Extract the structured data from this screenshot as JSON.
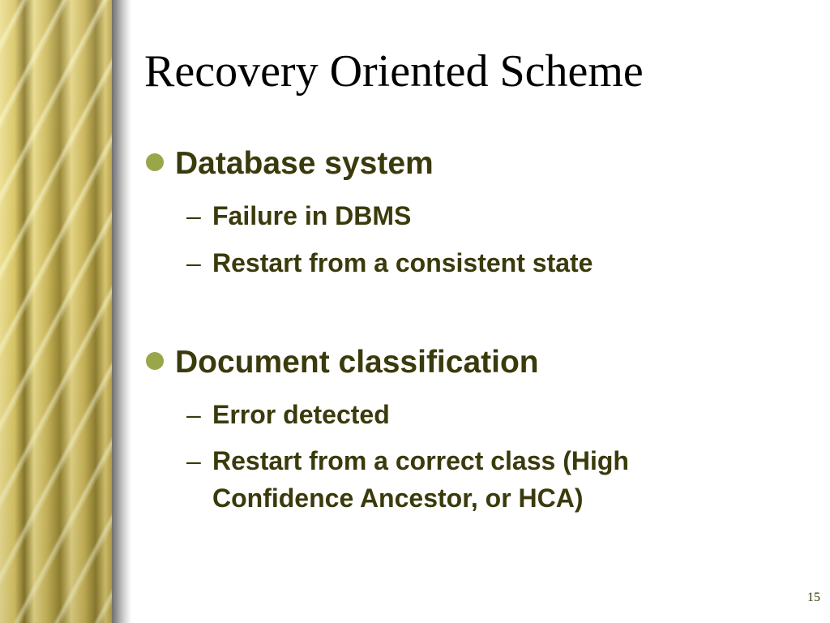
{
  "slide": {
    "title": "Recovery Oriented Scheme",
    "page_number": "15",
    "bullets": [
      {
        "text": "Database system",
        "subitems": [
          "Failure in DBMS",
          "Restart from a consistent state"
        ]
      },
      {
        "text": "Document classification",
        "subitems": [
          "Error detected",
          "Restart from a correct class (High\nConfidence Ancestor, or HCA)"
        ]
      }
    ],
    "dash_symbol": "–"
  },
  "colors": {
    "text": "#3a3a0c",
    "bullet_dot": "#9aa64a",
    "band_gold": "#d9c666"
  }
}
